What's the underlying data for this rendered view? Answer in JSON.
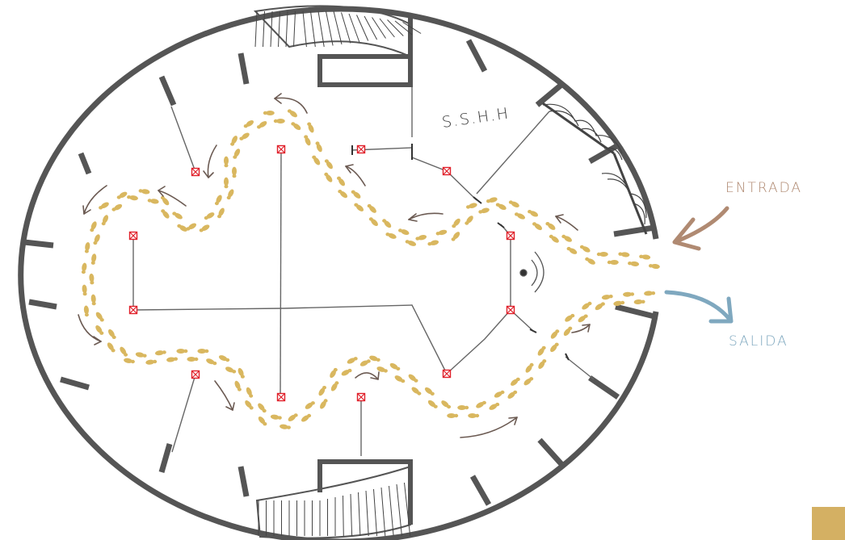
{
  "labels": {
    "room": "S.S.H.H",
    "entrance": "ENTRADA",
    "exit": "SALIDA"
  },
  "colors": {
    "wall": "#555555",
    "footprint": "#d9b75f",
    "path_arrow": "#6b5a52",
    "entrance_arrow": "#b08a72",
    "exit_arrow": "#7fa8bf",
    "anchor": "#e0202a",
    "cable": "#666666",
    "legend_swatch": "#d4b063"
  }
}
